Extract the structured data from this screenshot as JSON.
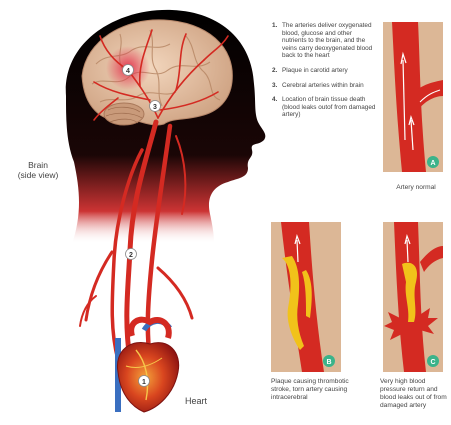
{
  "labels": {
    "brain": "Brain",
    "brain_sub": "(side view)",
    "heart": "Heart"
  },
  "markers": {
    "m1": "1",
    "m2": "2",
    "m3": "3",
    "m4": "4",
    "a": "A",
    "b": "B",
    "c": "C"
  },
  "legend": [
    {
      "num": "1.",
      "text": "The arteries deliver oxygenated blood, glucose and other nutrients to the brain, and the veins carry deoxygenated blood back to the heart"
    },
    {
      "num": "2.",
      "text": "Plaque in carotid artery"
    },
    {
      "num": "3.",
      "text": "Cerebral arteries within brain"
    },
    {
      "num": "4.",
      "text": "Location of brain tissue death (blood leaks outof from damaged artery)"
    }
  ],
  "captions": {
    "a": "Artery normal",
    "b": "Plaque causing thrombotic stroke, torn artery causing intracerebral",
    "c": "Very high blood pressure return and blood leaks out of from damaged artery"
  },
  "colors": {
    "artery": "#d42a22",
    "panel_bg": "#dcb796",
    "plaque": "#f1c21a",
    "marker_green": "#3bb38a",
    "silhouette": "#0c0c0c",
    "vein": "#3a6fc0"
  }
}
